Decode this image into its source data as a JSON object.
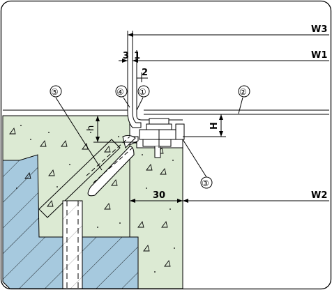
{
  "dimensions": {
    "w3": "W3",
    "w1": "W1",
    "w2": "W2",
    "d3": "3",
    "d1": "1",
    "d2": "2",
    "d30": "30",
    "h_big": "H",
    "h_small": "h"
  },
  "callouts": {
    "c1": "①",
    "c2": "②",
    "c3": "③",
    "c4": "④",
    "c5": "⑤"
  },
  "colors": {
    "concrete": "#dcead3",
    "water": "#a6c9de",
    "outline": "#000000",
    "background": "#ffffff"
  }
}
